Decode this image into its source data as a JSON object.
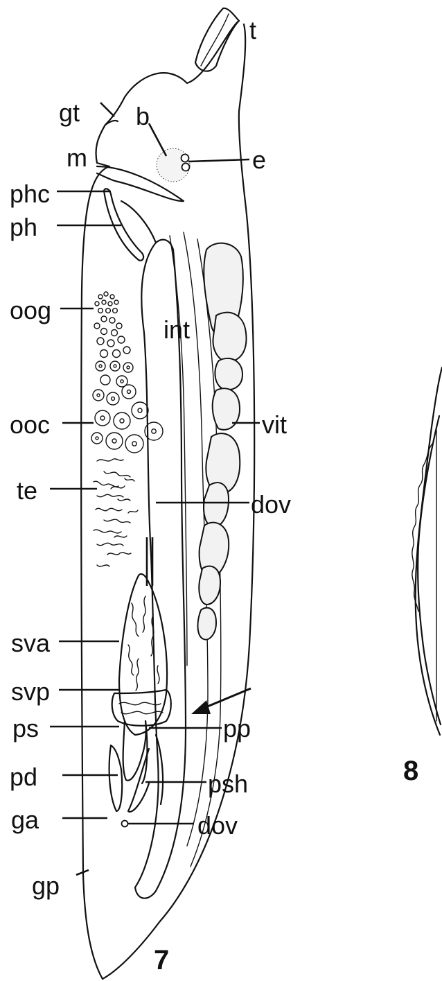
{
  "figure7": {
    "number": "7",
    "labels": {
      "t": "t",
      "gt": "gt",
      "b": "b",
      "e": "e",
      "m": "m",
      "phc": "phc",
      "ph": "ph",
      "oog": "oog",
      "int": "int",
      "ooc": "ooc",
      "vit": "vit",
      "te": "te",
      "dov_upper": "dov",
      "sva": "sva",
      "svp": "svp",
      "ps": "ps",
      "pp": "pp",
      "pd": "pd",
      "psh": "psh",
      "ga": "ga",
      "dov_lower": "dov",
      "gp": "gp"
    }
  },
  "figure8": {
    "number": "8"
  },
  "colors": {
    "ink": "#111111",
    "background": "#ffffff",
    "stipple": "#333333"
  }
}
